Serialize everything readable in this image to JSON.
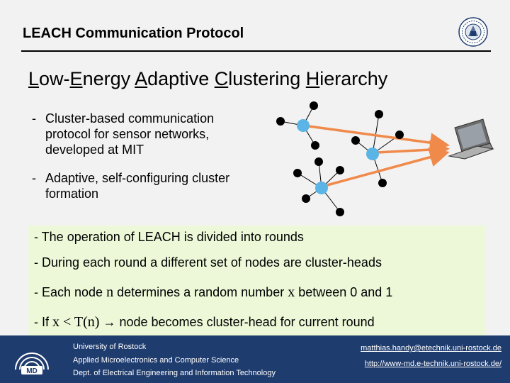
{
  "header": {
    "title": "LEACH Communication Protocol",
    "seal_icon": "university-seal-icon"
  },
  "main_heading": {
    "parts": [
      {
        "text": "L",
        "underline": true
      },
      {
        "text": "ow-",
        "underline": false
      },
      {
        "text": "E",
        "underline": true
      },
      {
        "text": "nergy ",
        "underline": false
      },
      {
        "text": "A",
        "underline": true
      },
      {
        "text": "daptive ",
        "underline": false
      },
      {
        "text": "C",
        "underline": true
      },
      {
        "text": "lustering ",
        "underline": false
      },
      {
        "text": "H",
        "underline": true
      },
      {
        "text": "ierarchy",
        "underline": false
      }
    ]
  },
  "bullets": [
    {
      "dash": "-",
      "text": "Cluster-based communication protocol for sensor networks, developed at MIT"
    },
    {
      "dash": "-",
      "text": "Adaptive, self-configuring cluster formation"
    }
  ],
  "network_diagram": {
    "colors": {
      "cluster_head": "#5ab4e6",
      "node": "#000000",
      "arrow": "#f08a4b",
      "laptop": "#707070"
    }
  },
  "info_box": {
    "line1": "- The operation of LEACH is divided into rounds",
    "line2": "- During each round a different set of nodes are cluster-heads",
    "line3": {
      "a": "-  Each node ",
      "n": "n",
      "b": " determines a random number ",
      "x": "x",
      "c": " between 0 and 1"
    },
    "line4": {
      "a": "-  If ",
      "expr": "x < T(n)",
      "arrow": "→",
      "b": " node becomes cluster-head for current round"
    },
    "background": "#ecf8d8"
  },
  "footer": {
    "logo_text": "MD",
    "university": "University of Rostock",
    "department1": "Applied Microelectronics and Computer Science",
    "department2": "Dept. of Electrical Engineering and Information Technology",
    "email": "matthias.handy@etechnik.uni-rostock.de",
    "url": "http://www-md.e-technik.uni-rostock.de/",
    "background": "#1f3c6e"
  }
}
